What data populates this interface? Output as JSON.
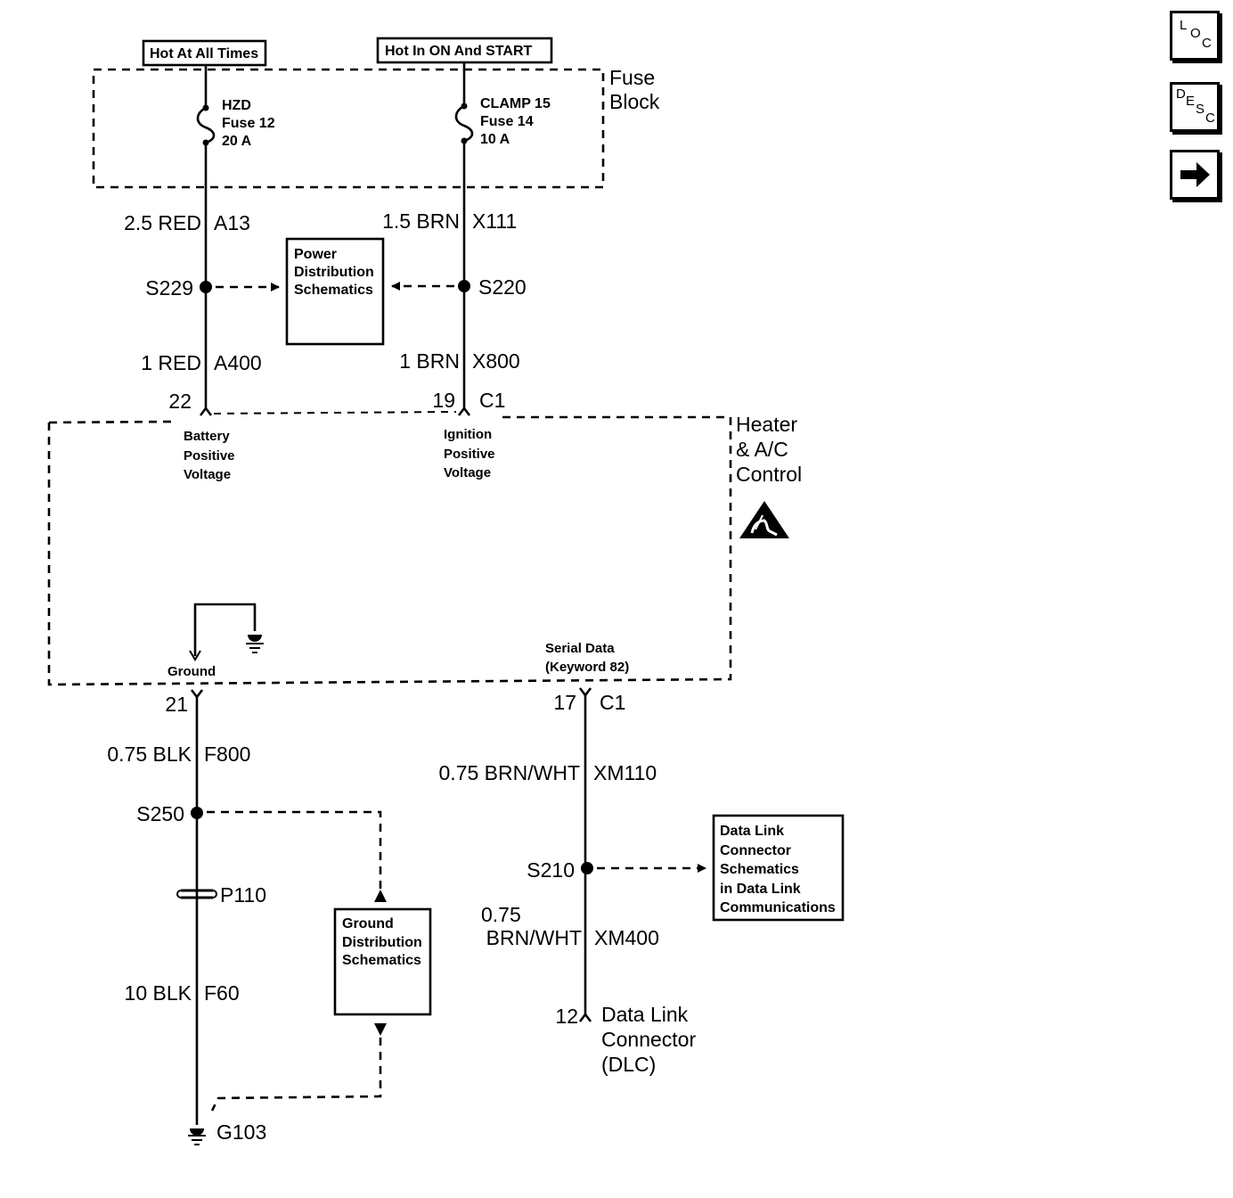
{
  "power_labels": {
    "hot_at_all_times": "Hot At All Times",
    "hot_in_on_start": "Hot In ON And START"
  },
  "fuse_block": {
    "line1": "Fuse",
    "line2": "Block"
  },
  "fuse_left": {
    "name": "HZD",
    "fuse": "Fuse 12",
    "rating": "20 A"
  },
  "fuse_right": {
    "name": "CLAMP 15",
    "fuse": "Fuse 14",
    "rating": "10 A"
  },
  "wires": {
    "a13_size": "2.5 RED",
    "a13_circuit": "A13",
    "x111_size": "1.5 BRN",
    "x111_circuit": "X111",
    "a400_size": "1 RED",
    "a400_circuit": "A400",
    "x800_size": "1 BRN",
    "x800_circuit": "X800",
    "f800_size": "0.75 BLK",
    "f800_circuit": "F800",
    "f60_size": "10 BLK",
    "f60_circuit": "F60",
    "xm110_size": "0.75 BRN/WHT",
    "xm110_circuit": "XM110",
    "xm400_size_1": "0.75",
    "xm400_size_2": "BRN/WHT",
    "xm400_circuit": "XM400"
  },
  "splices": {
    "s229": "S229",
    "s220": "S220",
    "s250": "S250",
    "s210": "S210"
  },
  "power_dist_box": {
    "line1": "Power",
    "line2": "Distribution",
    "line3": "Schematics"
  },
  "ground_dist_box": {
    "line1": "Ground",
    "line2": "Distribution",
    "line3": "Schematics"
  },
  "dlc_box": {
    "line1": "Data Link",
    "line2": "Connector",
    "line3": "Schematics",
    "line4": "in Data Link",
    "line5": "Communications"
  },
  "pins": {
    "p22": "22",
    "p19": "19",
    "c1_top": "C1",
    "p21": "21",
    "p17": "17",
    "c1_bottom": "C1",
    "p12": "12"
  },
  "module": {
    "line1": "Heater",
    "line2": "& A/C",
    "line3": "Control",
    "batt_1": "Battery",
    "batt_2": "Positive",
    "batt_3": "Voltage",
    "ign_1": "Ignition",
    "ign_2": "Positive",
    "ign_3": "Voltage",
    "ground": "Ground",
    "serial_1": "Serial Data",
    "serial_2": "(Keyword 82)"
  },
  "connector_p110": "P110",
  "ground_g103": "G103",
  "dlc": {
    "line1": "Data Link",
    "line2": "Connector",
    "line3": "(DLC)"
  },
  "nav": {
    "loc": [
      "L",
      "O",
      "C"
    ],
    "desc": [
      "D",
      "E",
      "S",
      "C"
    ],
    "next_icon": "right-arrow-icon"
  }
}
